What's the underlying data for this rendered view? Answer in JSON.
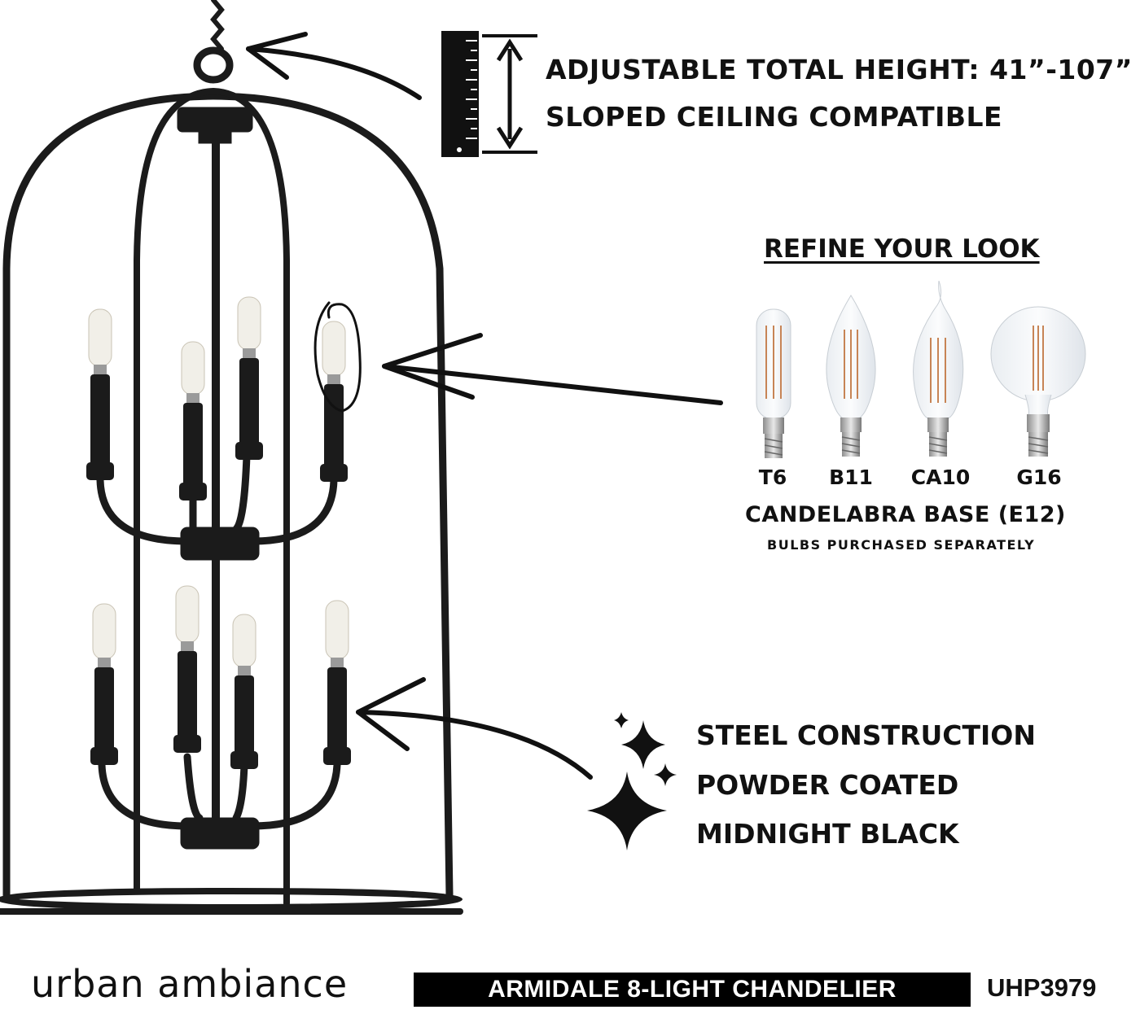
{
  "height_info": {
    "line1": "ADJUSTABLE TOTAL HEIGHT: 41”-107”",
    "line2": "SLOPED CEILING COMPATIBLE"
  },
  "bulbs_section": {
    "title": "REFINE YOUR LOOK",
    "bulbs": [
      {
        "label": "T6",
        "shape": "tube"
      },
      {
        "label": "B11",
        "shape": "torpedo"
      },
      {
        "label": "CA10",
        "shape": "flame-tip"
      },
      {
        "label": "G16",
        "shape": "globe"
      }
    ],
    "base_title": "CANDELABRA BASE (E12)",
    "base_note": "BULBS PURCHASED SEPARATELY"
  },
  "features": {
    "items": [
      "STEEL CONSTRUCTION",
      "POWDER COATED",
      "MIDNIGHT BLACK"
    ]
  },
  "footer": {
    "brand": "urban ambiance",
    "product_name": "ARMIDALE 8-LIGHT CHANDELIER",
    "sku": "UHP3979"
  },
  "colors": {
    "fixture": "#1b1b1b",
    "text": "#111111",
    "bar": "#000000",
    "bar_text": "#ffffff"
  },
  "icons": [
    "ruler-icon",
    "height-arrow-icon",
    "sparkle-icon",
    "pointer-arrow-icon"
  ]
}
